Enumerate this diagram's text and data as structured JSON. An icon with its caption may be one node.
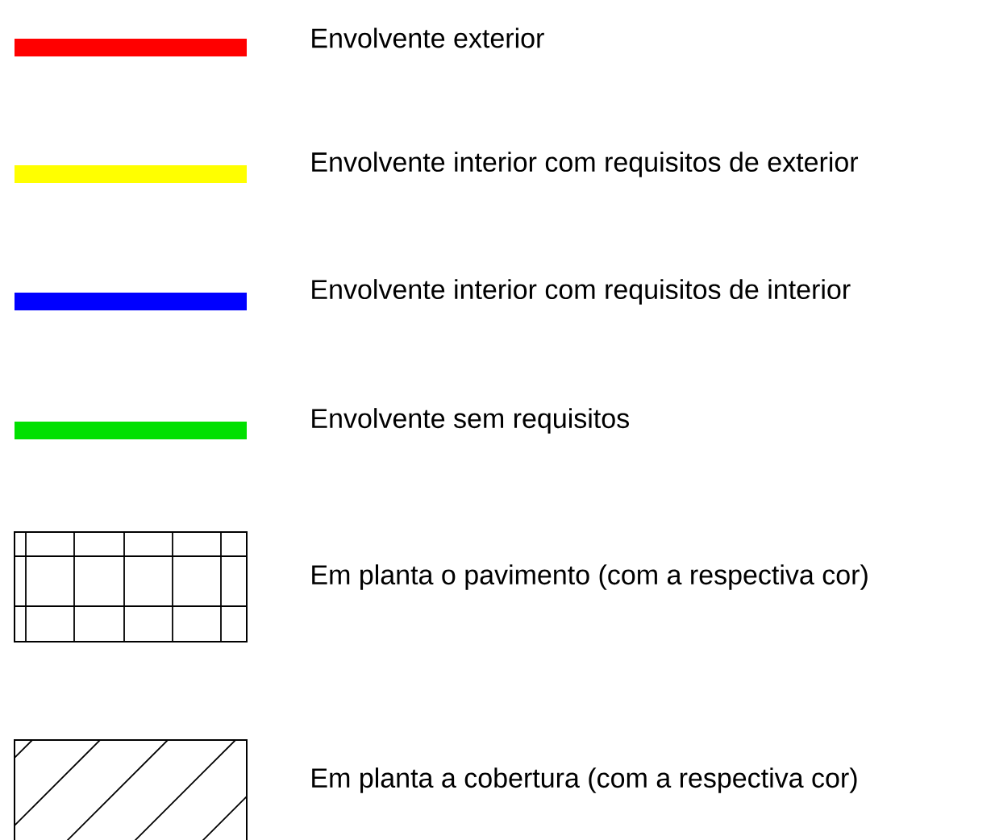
{
  "diagram": {
    "legend": [
      {
        "text": "Envolvente exterior",
        "color": "#ff0000"
      },
      {
        "text": "Envolvente interior com requisitos de exterior",
        "color": "#ffff00"
      },
      {
        "text": "Envolvente interior com requisitos de interior",
        "color": "#0000ff"
      },
      {
        "text": "Envolvente sem requisitos",
        "color": "#00e000"
      },
      {
        "text": "Em planta o pavimento (com a respectiva cor)"
      },
      {
        "text": "Em planta a cobertura (com a respectiva cor)"
      }
    ]
  }
}
